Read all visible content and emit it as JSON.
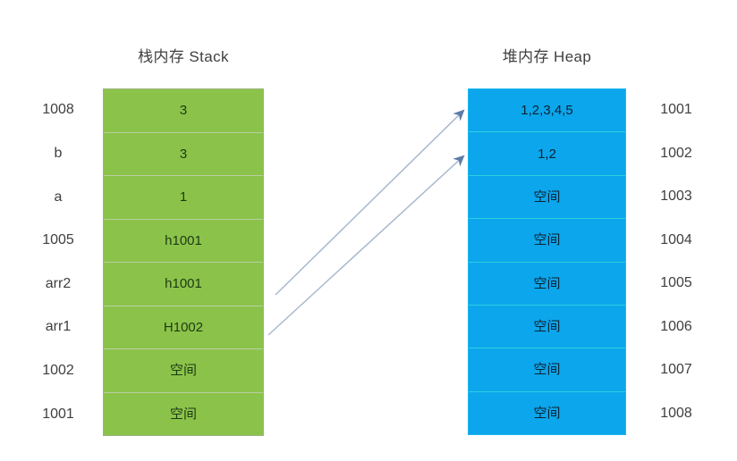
{
  "diagram": {
    "title_stack": "栈内存 Stack",
    "title_heap": "堆内存 Heap",
    "colors": {
      "stack_fill": "#8BC34A",
      "stack_divider": "#b9cfa2",
      "heap_fill": "#0CA6EC",
      "heap_divider": "#2ecfe0",
      "arrow": "#8496b0",
      "background": "#ffffff",
      "text": "#3f3f3f"
    }
  },
  "stack": {
    "addresses": [
      "1008",
      "b",
      "a",
      "1005",
      "arr2",
      "arr1",
      "1002",
      "1001"
    ],
    "values": [
      "3",
      "3",
      "1",
      "h1001",
      "h1001",
      "H1002",
      "空间",
      "空间"
    ]
  },
  "heap": {
    "values": [
      "1,2,3,4,5",
      "1,2",
      "空间",
      "空间",
      "空间",
      "空间",
      "空间",
      "空间"
    ],
    "addresses": [
      "1001",
      "1002",
      "1003",
      "1004",
      "1005",
      "1006",
      "1007",
      "1008"
    ]
  },
  "arrows": [
    {
      "name": "arr2-to-heap-1001",
      "from_row": "arr2",
      "to_row": "1001"
    },
    {
      "name": "arr1-to-heap-1002",
      "from_row": "arr1",
      "to_row": "1002"
    }
  ]
}
